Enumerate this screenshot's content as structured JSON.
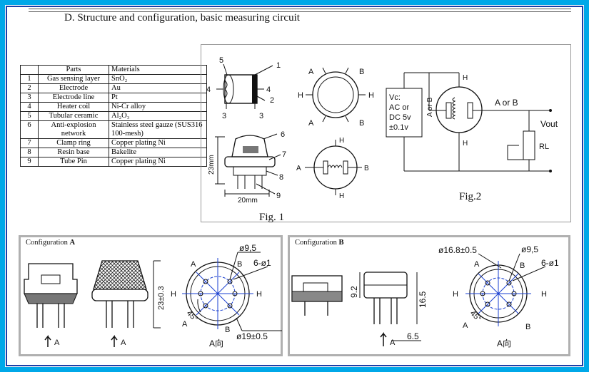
{
  "heading": "D. Structure and configuration, basic measuring circuit",
  "table": {
    "headers": [
      "",
      "Parts",
      "Materials"
    ],
    "rows": [
      {
        "num": "1",
        "part": "Gas sensing layer",
        "material": "SnO₂"
      },
      {
        "num": "2",
        "part": "Electrode",
        "material": "Au"
      },
      {
        "num": "3",
        "part": "Electrode line",
        "material": "Pt"
      },
      {
        "num": "4",
        "part": "Heater coil",
        "material": "Ni-Cr alloy"
      },
      {
        "num": "5",
        "part": "Tubular ceramic",
        "material": "Al₂O₃"
      },
      {
        "num": "6",
        "part": "Anti-explosion network",
        "material": "Stainless steel gauze (SUS316 100-mesh)"
      },
      {
        "num": "7",
        "part": "Clamp ring",
        "material": "Copper plating Ni"
      },
      {
        "num": "8",
        "part": "Resin base",
        "material": "Bakelite"
      },
      {
        "num": "9",
        "part": "Tube Pin",
        "material": "Copper plating Ni"
      }
    ]
  },
  "fig1": {
    "label": "Fig. 1",
    "callouts": [
      "1",
      "2",
      "3",
      "3",
      "4",
      "4",
      "5",
      "6",
      "7",
      "8",
      "9"
    ],
    "dim_height": "23mm",
    "dim_width": "20mm",
    "pin_labels": {
      "a": "A",
      "b": "B",
      "h": "H"
    }
  },
  "fig2": {
    "label": "Fig.2",
    "vc_lines": [
      "Vc:",
      "AC or",
      "DC 5v",
      "±0.1v"
    ],
    "a_or_b_left": "A or B",
    "a_or_b_right": "A or B",
    "h": "H",
    "vout": "Vout",
    "rl": "RL"
  },
  "configA": {
    "title_prefix": "Configuration ",
    "title_bold": "A",
    "dia_pins": "ø9,5",
    "holes": "6-ø1",
    "height": "23±0.3",
    "diameter": "ø19±0.5",
    "angle": "45°",
    "view": "A向",
    "arrow_a": "A",
    "a": "A",
    "b": "B",
    "h": "H"
  },
  "configB": {
    "title_prefix": "Configuration ",
    "title_bold": "B",
    "diameter": "ø16.8±0.5",
    "dia_pins": "ø9,5",
    "holes": "6-ø1",
    "h1": "9.2",
    "h2": "16.5",
    "w": "6.5",
    "angle": "45°",
    "view": "A向",
    "arrow_a": "A",
    "a": "A",
    "b": "B",
    "h": "H"
  }
}
